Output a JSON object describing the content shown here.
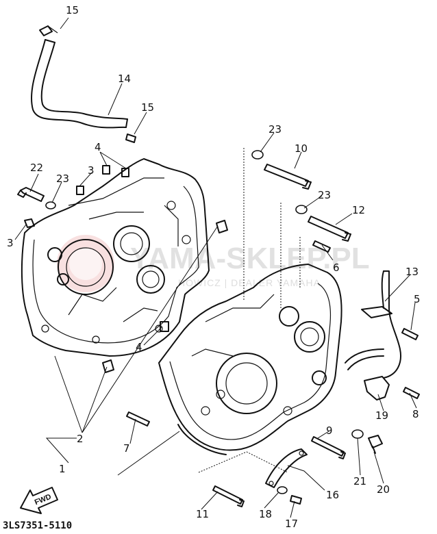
{
  "diagram_code": "3LS7351-5110",
  "fwd_label": "FWD",
  "watermark": {
    "main": "YAMA-SKLEP.PL",
    "sub": "HOWICZ | DEALER YAMAHA"
  },
  "callouts": [
    {
      "id": "c15a",
      "label": "15"
    },
    {
      "id": "c14",
      "label": "14"
    },
    {
      "id": "c15b",
      "label": "15"
    },
    {
      "id": "c4a",
      "label": "4"
    },
    {
      "id": "c22",
      "label": "22"
    },
    {
      "id": "c23a",
      "label": "23"
    },
    {
      "id": "c3a",
      "label": "3"
    },
    {
      "id": "c3b",
      "label": "3"
    },
    {
      "id": "c23b",
      "label": "23"
    },
    {
      "id": "c10",
      "label": "10"
    },
    {
      "id": "c23c",
      "label": "23"
    },
    {
      "id": "c12",
      "label": "12"
    },
    {
      "id": "c6",
      "label": "6"
    },
    {
      "id": "c13",
      "label": "13"
    },
    {
      "id": "c5",
      "label": "5"
    },
    {
      "id": "c4b",
      "label": "4"
    },
    {
      "id": "c2",
      "label": "2"
    },
    {
      "id": "c1",
      "label": "1"
    },
    {
      "id": "c7",
      "label": "7"
    },
    {
      "id": "c9",
      "label": "9"
    },
    {
      "id": "c8",
      "label": "8"
    },
    {
      "id": "c19",
      "label": "19"
    },
    {
      "id": "c21",
      "label": "21"
    },
    {
      "id": "c20",
      "label": "20"
    },
    {
      "id": "c16",
      "label": "16"
    },
    {
      "id": "c11",
      "label": "11"
    },
    {
      "id": "c18",
      "label": "18"
    },
    {
      "id": "c17",
      "label": "17"
    }
  ]
}
